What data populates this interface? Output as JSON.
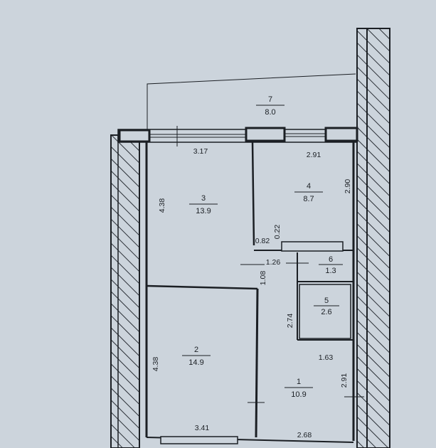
{
  "colors": {
    "paper": "#ccd4dc",
    "ink": "#1b1f24",
    "wall_hatch": "#2a2f36"
  },
  "rooms": [
    {
      "number": "7",
      "area": "8.0"
    },
    {
      "number": "4",
      "area": "8.7"
    },
    {
      "number": "3",
      "area": "13.9"
    },
    {
      "number": "6",
      "area": "1.3"
    },
    {
      "number": "5",
      "area": "2.6"
    },
    {
      "number": "2",
      "area": "14.9"
    },
    {
      "number": "1",
      "area": "10.9"
    }
  ],
  "dimensions": {
    "room3_width": "3.17",
    "room4_width": "2.91",
    "room4_height": "2.90",
    "room3_height": "4.38",
    "partition_offset": "0.82",
    "partition_depth": "0.22",
    "corridor_width": "1.26",
    "corridor_depth": "1.08",
    "bath_height": "2.74",
    "hall_width": "1.63",
    "room2_height": "4.38",
    "hall_height": "2.91",
    "room2_width": "3.41",
    "room1_width": "2.68"
  }
}
